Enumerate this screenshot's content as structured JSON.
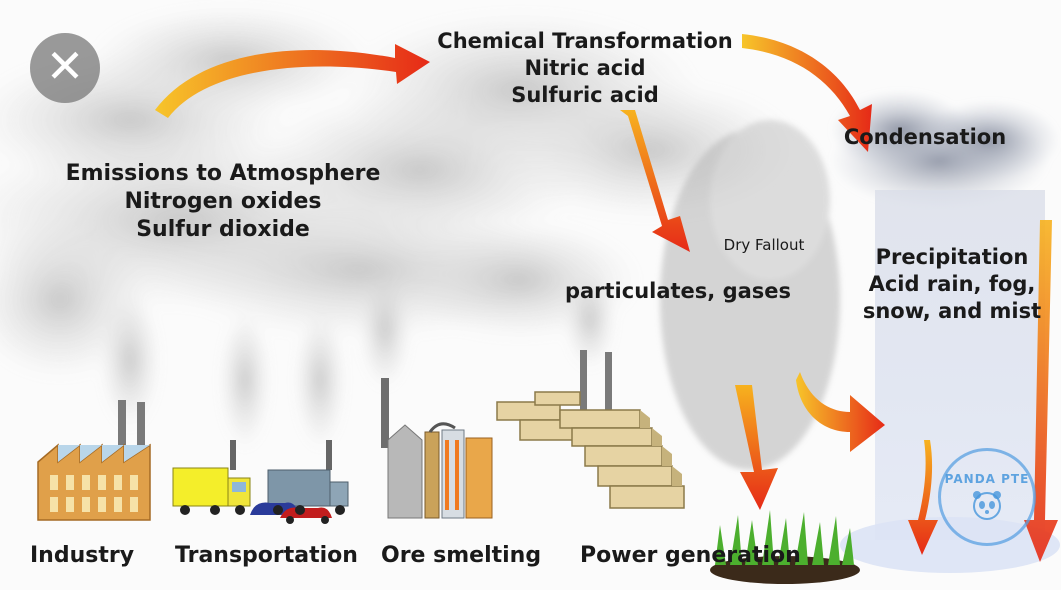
{
  "close_icon": "close-icon",
  "emissions": {
    "title": "Emissions to Atmosphere",
    "line1": "Nitrogen oxides",
    "line2": "Sulfur dioxide"
  },
  "chemical": {
    "title": "Chemical Transformation",
    "line1": "Nitric acid",
    "line2": "Sulfuric acid"
  },
  "condensation": "Condensation",
  "dry_fallout": "Dry Fallout",
  "particulates": "particulates, gases",
  "precipitation": {
    "title": "Precipitation",
    "line1": "Acid rain, fog,",
    "line2": "snow, and mist"
  },
  "sources": {
    "industry": "Industry",
    "transportation": "Transportation",
    "ore_smelting": "Ore smelting",
    "power_generation": "Power generation"
  },
  "watermark": "PANDA PTE",
  "colors": {
    "arrow_start": "#f6b21a",
    "arrow_end": "#e8231a",
    "smoke": "#c9c9c9"
  }
}
